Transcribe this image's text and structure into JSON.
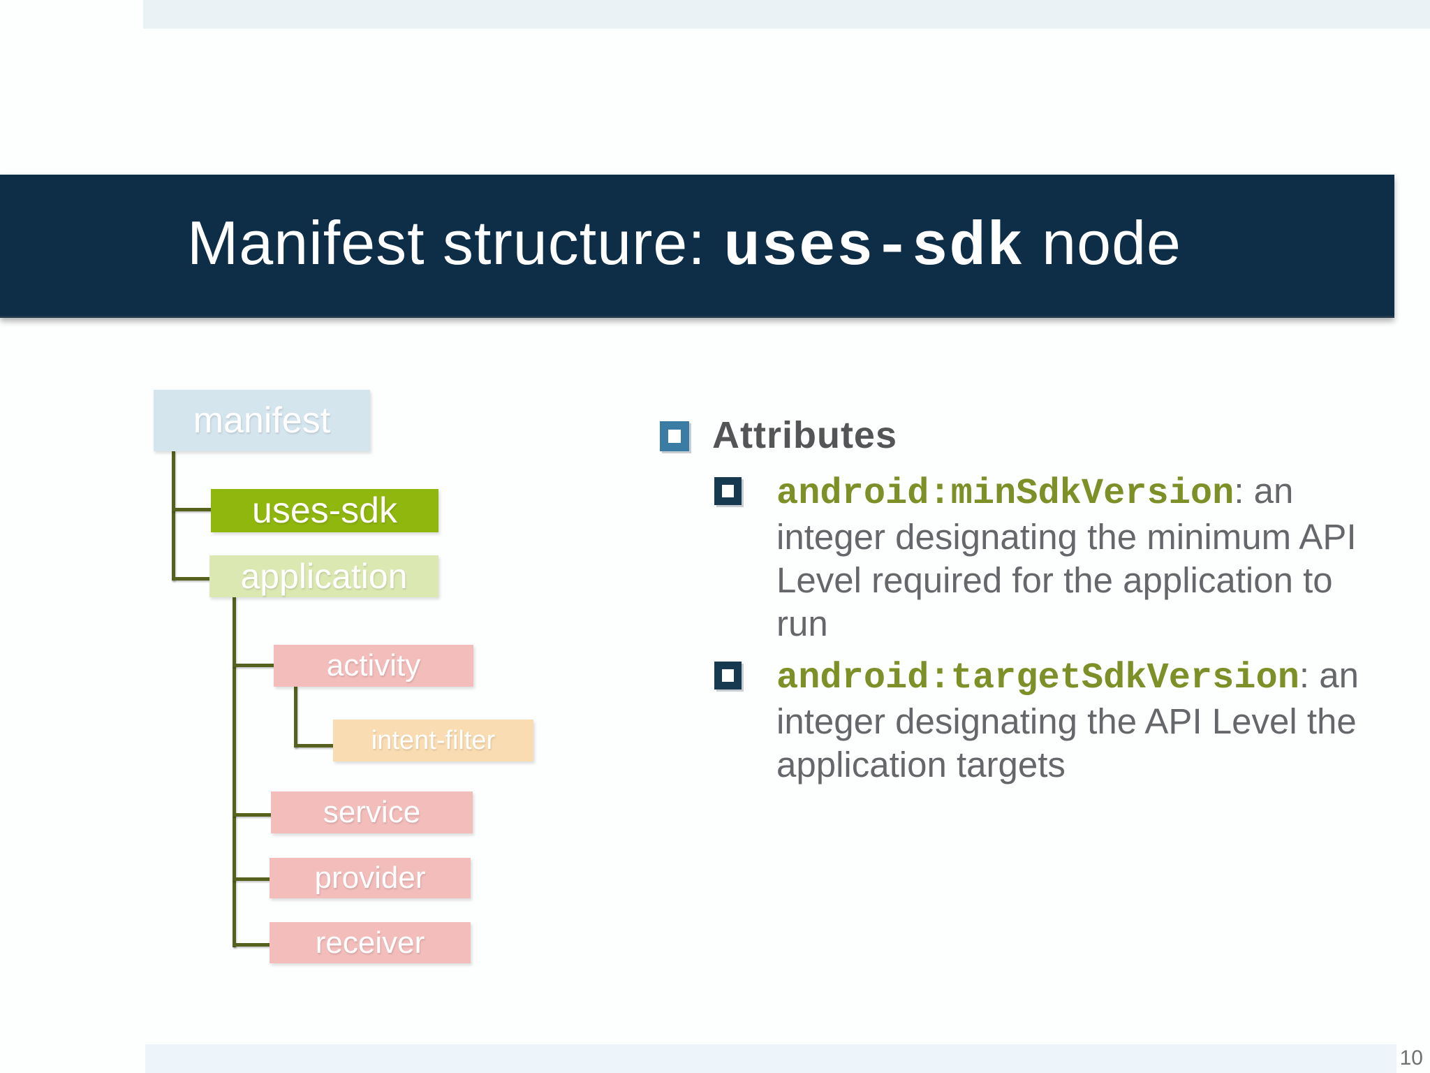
{
  "slide": {
    "title": {
      "pre": "Manifest structure: ",
      "code": "uses-sdk",
      "post": " node"
    },
    "page_number": "10"
  },
  "tree": {
    "nodes": [
      {
        "id": "manifest",
        "label": "manifest"
      },
      {
        "id": "uses-sdk",
        "label": "uses-sdk"
      },
      {
        "id": "application",
        "label": "application"
      },
      {
        "id": "activity",
        "label": "activity"
      },
      {
        "id": "intent-filter",
        "label": "intent-filter"
      },
      {
        "id": "service",
        "label": "service"
      },
      {
        "id": "provider",
        "label": "provider"
      },
      {
        "id": "receiver",
        "label": "receiver"
      }
    ]
  },
  "attributes": {
    "heading": "Attributes",
    "items": [
      {
        "code": "android:minSdkVersion",
        "description": ": an integer designating the minimum API Level required for the application to run"
      },
      {
        "code": "android:targetSdkVersion",
        "description": ": an integer designating the API Level the application targets"
      }
    ]
  },
  "colors": {
    "title_band": "#0e2d47",
    "top_strip": "#eaf2f5",
    "bottom_strip": "#edf4fa",
    "manifest_box": "#d5e5ee",
    "uses_sdk_box": "#90b70d",
    "application_box": "#dce8b2",
    "component_box_pink": "#f2bdbb",
    "intent_filter_box": "#fadcb2",
    "connector_olive": "#56611d",
    "code_olive": "#7d9027",
    "body_gray": "#66676a",
    "bullet_teal": "#3a7ca4",
    "bullet_navy": "#173a50"
  }
}
